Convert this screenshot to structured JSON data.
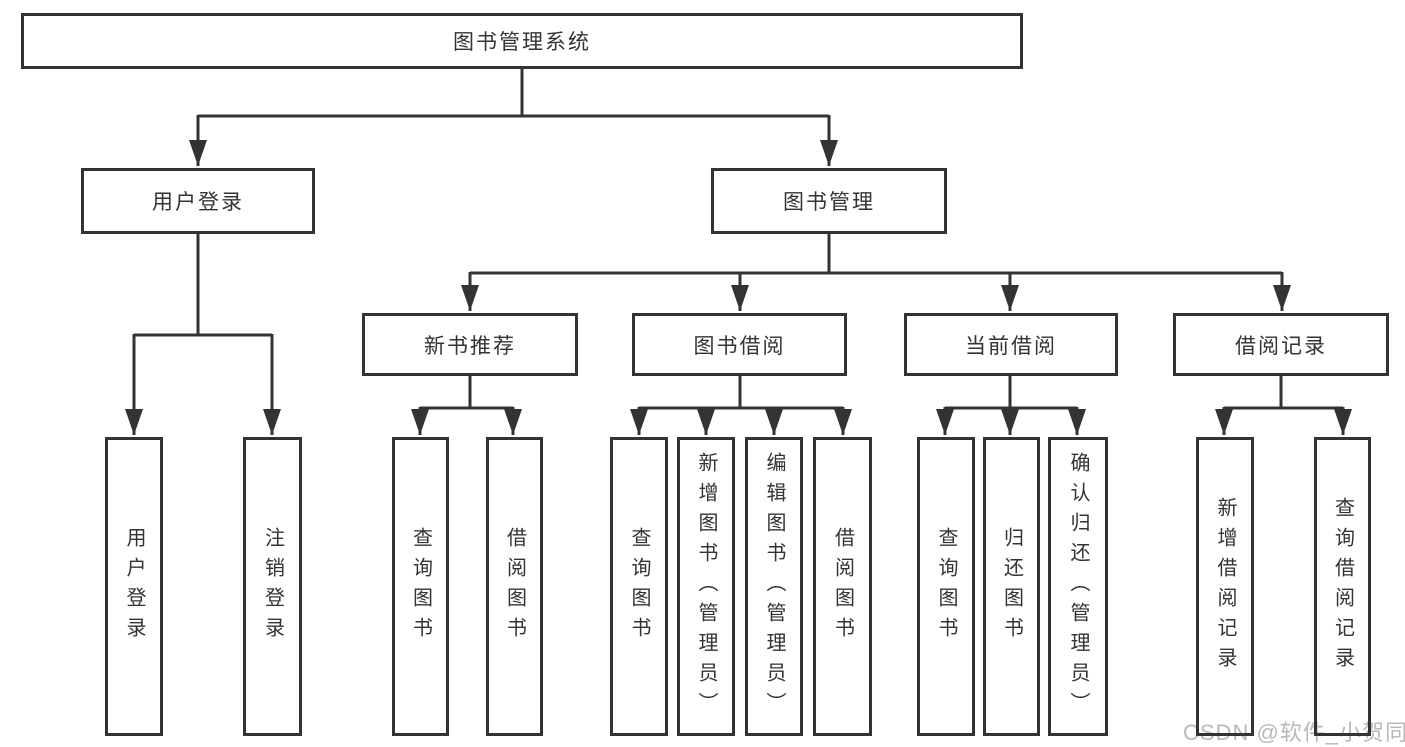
{
  "title": "图书管理系统",
  "colors": {
    "background": "#ffffff",
    "line": "#333333",
    "text": "#333333",
    "watermark": "#b9b9b9"
  },
  "tree": {
    "root": {
      "label": "图书管理系统"
    },
    "branches": [
      {
        "label": "用户登录",
        "children": [
          {
            "label": "用户登录"
          },
          {
            "label": "注销登录"
          }
        ]
      },
      {
        "label": "图书管理",
        "groups": [
          {
            "label": "新书推荐",
            "children": [
              {
                "label": "查询图书"
              },
              {
                "label": "借阅图书"
              }
            ]
          },
          {
            "label": "图书借阅",
            "children": [
              {
                "label": "查询图书"
              },
              {
                "label": "新增图书（管理员）"
              },
              {
                "label": "编辑图书（管理员）"
              },
              {
                "label": "借阅图书"
              }
            ]
          },
          {
            "label": "当前借阅",
            "children": [
              {
                "label": "查询图书"
              },
              {
                "label": "归还图书"
              },
              {
                "label": "确认归还（管理员）"
              }
            ]
          },
          {
            "label": "借阅记录",
            "children": [
              {
                "label": "新增借阅记录"
              },
              {
                "label": "查询借阅记录"
              }
            ]
          }
        ]
      }
    ]
  },
  "watermark": {
    "text": "CSDN @软件_小贺同学"
  }
}
